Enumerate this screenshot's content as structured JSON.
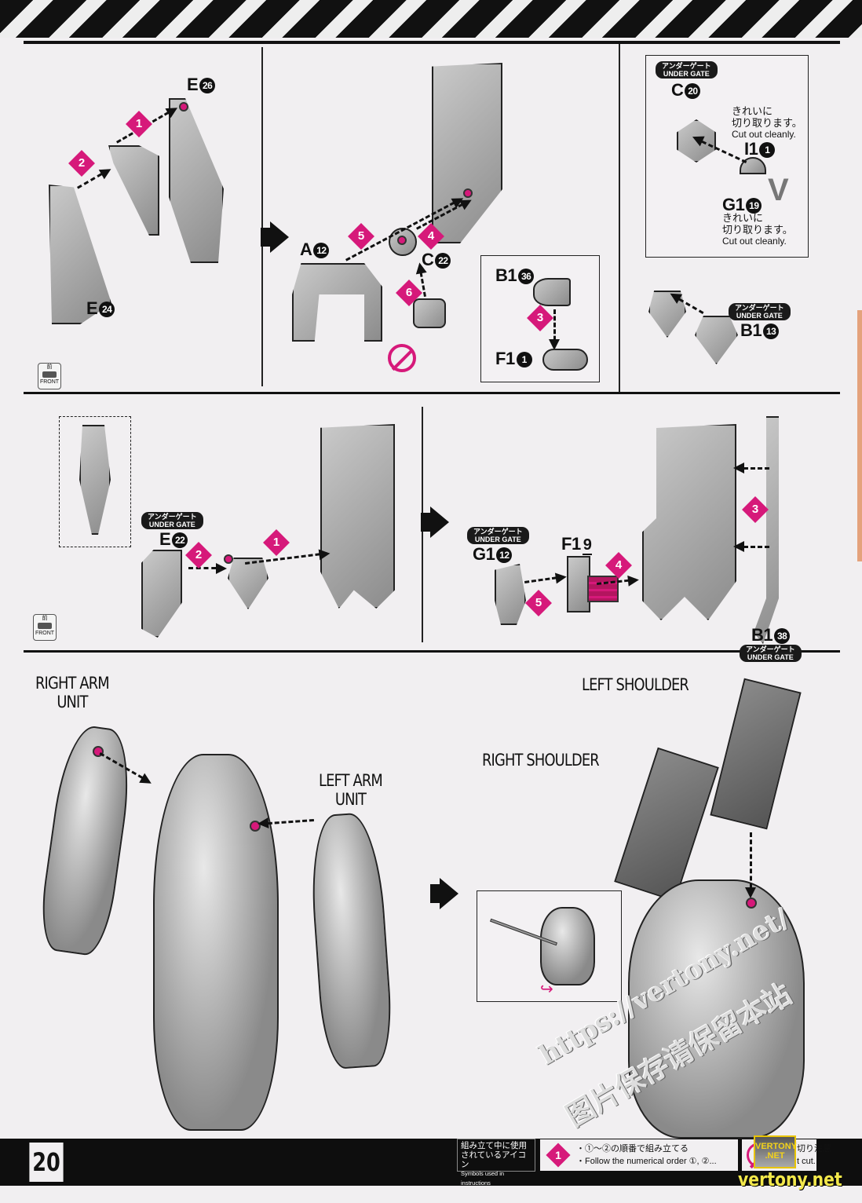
{
  "page": {
    "number": "20"
  },
  "colors": {
    "accent": "#d6197a",
    "ink": "#111111",
    "paper": "#f1eff1",
    "tab": "#e4a27c"
  },
  "gate_label": {
    "jp": "アンダーゲート",
    "en": "UNDER GATE"
  },
  "panel1": {
    "parts": [
      {
        "letter": "E",
        "num": "26"
      },
      {
        "letter": "E",
        "num": "24"
      }
    ],
    "steps": [
      "1",
      "2"
    ],
    "front_icon": {
      "jp": "前",
      "en": "FRONT"
    }
  },
  "panel2": {
    "parts": [
      {
        "letter": "A",
        "num": "12"
      },
      {
        "letter": "C",
        "num": "22"
      }
    ],
    "steps": [
      "5",
      "4",
      "6"
    ],
    "inset": {
      "parts": [
        {
          "letter": "B1",
          "num": "36"
        },
        {
          "letter": "F1",
          "num": "1"
        }
      ],
      "step": "3"
    },
    "no_cut_icon": "no-cut-icon"
  },
  "panel3": {
    "parts": [
      {
        "letter": "C",
        "num": "20"
      },
      {
        "letter": "I1",
        "num": "1"
      },
      {
        "letter": "G1",
        "num": "19"
      },
      {
        "letter": "B1",
        "num": "13"
      }
    ],
    "notes": [
      {
        "jp1": "きれいに",
        "jp2": "切り取ります。",
        "en": "Cut out cleanly."
      },
      {
        "jp1": "きれいに",
        "jp2": "切り取ります。",
        "en": "Cut out cleanly."
      }
    ]
  },
  "panel4": {
    "parts": [
      {
        "letter": "E",
        "num": "22"
      }
    ],
    "steps": [
      "2",
      "1"
    ],
    "front_icon": {
      "jp": "前",
      "en": "FRONT"
    }
  },
  "panel5": {
    "parts": [
      {
        "letter": "G1",
        "num": "12"
      },
      {
        "letter": "F1",
        "num": "9"
      },
      {
        "letter": "B1",
        "num": "38"
      }
    ],
    "steps": [
      "5",
      "4",
      "3"
    ]
  },
  "panel6": {
    "callouts": {
      "right_arm": [
        "RIGHT ARM",
        "UNIT"
      ],
      "left_arm": [
        "LEFT ARM",
        "UNIT"
      ],
      "left_shoulder": "LEFT SHOULDER",
      "right_shoulder": "RIGHT SHOULDER"
    }
  },
  "watermark": {
    "url": "https://vertony.net/",
    "cn": "图片保存请保留本站"
  },
  "footer": {
    "symbols_title_jp1": "組み立て中に使用",
    "symbols_title_jp2": "されているアイコン",
    "symbols_title_en": "Symbols used in instructions",
    "legend_step": "1",
    "legend_order_jp": "・①〜②の順番で組み立てる",
    "legend_order_en": "・Follow the numerical order ①, ②...",
    "legend_cut_jp": "切り注意",
    "legend_cut_en": "t cut.",
    "logo_text": "VERTONY .NET",
    "site": "vertony.net"
  }
}
